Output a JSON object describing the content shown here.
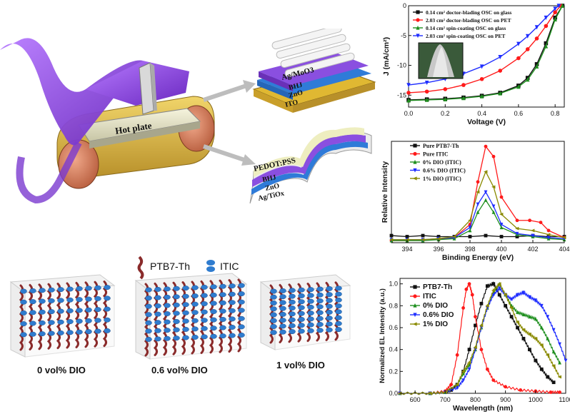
{
  "figure": {
    "device": {
      "hot_plate_label": "Hot plate",
      "rigid_stack": [
        "Ag/MoO3",
        "BHJ",
        "ZnO",
        "ITO"
      ],
      "flexible_stack": [
        "PEDOT:PSS",
        "BHJ",
        "ZnO",
        "Ag/TiOx"
      ]
    },
    "legend": {
      "donor": "PTB7-Th",
      "acceptor": "ITIC"
    },
    "morphology_captions": [
      "0 vol% DIO",
      "0.6 vol% DIO",
      "1 vol% DIO"
    ],
    "colors": {
      "black": "#111111",
      "red": "#ff1a1a",
      "green": "#1f8f1f",
      "blue": "#1f2dff",
      "olive": "#8a8a00",
      "purple": "#8a3fd6",
      "gold": "#d4b21f"
    }
  },
  "chart_data": [
    {
      "type": "line",
      "ylabel": "J (mA/cm²)",
      "xlabel": "Voltage (V)",
      "xlim": [
        0,
        0.85
      ],
      "ylim": [
        -17,
        0
      ],
      "xticks": [
        "0.0",
        "0.2",
        "0.4",
        "0.6",
        "0.8"
      ],
      "yticks": [
        "0",
        "-5",
        "-10",
        "-15"
      ],
      "series": [
        {
          "name": "0.14 cm² doctor-blading OSC on glass",
          "color": "#111111",
          "marker": "square",
          "x": [
            0,
            0.1,
            0.2,
            0.3,
            0.4,
            0.5,
            0.6,
            0.65,
            0.7,
            0.75,
            0.8,
            0.84
          ],
          "y": [
            -15.8,
            -15.7,
            -15.6,
            -15.4,
            -15.1,
            -14.6,
            -13.4,
            -12.1,
            -9.8,
            -6.3,
            -2.0,
            0.0
          ]
        },
        {
          "name": "2.03 cm² doctor-blading OSC on PET",
          "color": "#ff1a1a",
          "marker": "circle",
          "x": [
            0,
            0.1,
            0.2,
            0.3,
            0.4,
            0.5,
            0.6,
            0.65,
            0.7,
            0.75,
            0.8,
            0.83
          ],
          "y": [
            -14.6,
            -14.4,
            -14.0,
            -13.3,
            -12.3,
            -10.9,
            -8.8,
            -7.3,
            -5.5,
            -3.4,
            -1.1,
            0.0
          ]
        },
        {
          "name": "0.14 cm² spin-coating OSC on glass",
          "color": "#1f8f1f",
          "marker": "triangle-up",
          "x": [
            0,
            0.1,
            0.2,
            0.3,
            0.4,
            0.5,
            0.6,
            0.65,
            0.7,
            0.75,
            0.8,
            0.84
          ],
          "y": [
            -15.9,
            -15.8,
            -15.7,
            -15.5,
            -15.2,
            -14.7,
            -13.6,
            -12.4,
            -10.2,
            -6.8,
            -2.3,
            0.0
          ]
        },
        {
          "name": "2.03 cm² spin-coating OSC on PET",
          "color": "#1f2dff",
          "marker": "triangle-down",
          "x": [
            0,
            0.1,
            0.2,
            0.3,
            0.4,
            0.5,
            0.6,
            0.65,
            0.7,
            0.75,
            0.8,
            0.82
          ],
          "y": [
            -13.3,
            -12.9,
            -12.3,
            -11.4,
            -10.2,
            -8.6,
            -6.4,
            -5.1,
            -3.6,
            -2.0,
            -0.5,
            0.0
          ]
        }
      ]
    },
    {
      "type": "line",
      "ylabel": "Relative Intensity",
      "xlabel": "Binding Energy (eV)",
      "xlim": [
        393,
        404
      ],
      "xticks": [
        "394",
        "396",
        "398",
        "400",
        "402",
        "404"
      ],
      "series": [
        {
          "name": "Pure PTB7-Th",
          "color": "#111111",
          "marker": "square",
          "x": [
            393,
            394,
            395,
            396,
            397,
            398,
            399,
            400,
            401,
            402,
            403,
            404
          ],
          "y": [
            0.07,
            0.06,
            0.07,
            0.06,
            0.06,
            0.06,
            0.07,
            0.06,
            0.06,
            0.07,
            0.06,
            0.06
          ]
        },
        {
          "name": "Pure ITIC",
          "color": "#ff1a1a",
          "marker": "circle",
          "x": [
            393,
            394,
            395,
            396,
            397,
            398,
            398.5,
            399,
            399.5,
            400,
            401,
            401.8,
            402.5,
            403,
            404
          ],
          "y": [
            0.02,
            0.02,
            0.03,
            0.03,
            0.05,
            0.18,
            0.6,
            0.95,
            0.85,
            0.45,
            0.22,
            0.22,
            0.2,
            0.12,
            0.05
          ]
        },
        {
          "name": "0% DIO (ITIC)",
          "color": "#1f8f1f",
          "marker": "triangle-up",
          "x": [
            393,
            394,
            395,
            396,
            397,
            398,
            398.5,
            399,
            399.5,
            400,
            401,
            402,
            403,
            404
          ],
          "y": [
            0.02,
            0.02,
            0.02,
            0.03,
            0.04,
            0.12,
            0.3,
            0.42,
            0.3,
            0.15,
            0.08,
            0.06,
            0.04,
            0.03
          ]
        },
        {
          "name": "0.6% DIO (ITIC)",
          "color": "#1f2dff",
          "marker": "triangle-down",
          "x": [
            393,
            394,
            395,
            396,
            397,
            398,
            398.5,
            399,
            399.5,
            400,
            401,
            402,
            403,
            404
          ],
          "y": [
            0.03,
            0.03,
            0.03,
            0.04,
            0.05,
            0.15,
            0.38,
            0.5,
            0.36,
            0.18,
            0.09,
            0.07,
            0.05,
            0.04
          ]
        },
        {
          "name": "1% DIO (ITIC)",
          "color": "#8a8a00",
          "marker": "triangle-left",
          "x": [
            393,
            394,
            395,
            396,
            397,
            398,
            398.5,
            399,
            399.5,
            400,
            401,
            402,
            403,
            404
          ],
          "y": [
            0.03,
            0.03,
            0.03,
            0.04,
            0.06,
            0.22,
            0.5,
            0.7,
            0.55,
            0.28,
            0.14,
            0.12,
            0.08,
            0.05
          ]
        }
      ]
    },
    {
      "type": "line",
      "ylabel": "Normalized EL Intensity (a.u.)",
      "xlabel": "Wavelength (nm)",
      "xlim": [
        550,
        1100
      ],
      "ylim": [
        0,
        1.05
      ],
      "xticks": [
        "600",
        "700",
        "800",
        "900",
        "1000",
        "1100"
      ],
      "yticks": [
        "0.0",
        "0.2",
        "0.4",
        "0.6",
        "0.8",
        "1.0"
      ],
      "series": [
        {
          "name": "PTB7-Th",
          "color": "#111111",
          "marker": "square",
          "x": [
            550,
            650,
            700,
            720,
            740,
            760,
            780,
            800,
            820,
            840,
            860,
            880,
            900,
            920,
            940,
            960,
            980,
            1000,
            1020,
            1040,
            1060
          ],
          "y": [
            0,
            0,
            0.01,
            0.03,
            0.08,
            0.2,
            0.4,
            0.62,
            0.82,
            0.98,
            1.0,
            0.9,
            0.8,
            0.7,
            0.6,
            0.5,
            0.4,
            0.3,
            0.22,
            0.15,
            0.1
          ]
        },
        {
          "name": "ITIC",
          "color": "#ff1a1a",
          "marker": "circle",
          "x": [
            550,
            650,
            700,
            720,
            740,
            760,
            770,
            780,
            790,
            800,
            820,
            840,
            860,
            900,
            950,
            1000,
            1050,
            1080
          ],
          "y": [
            0,
            0,
            0.02,
            0.08,
            0.35,
            0.78,
            0.95,
            1.0,
            0.9,
            0.7,
            0.4,
            0.22,
            0.12,
            0.06,
            0.03,
            0.02,
            0.01,
            0.01
          ]
        },
        {
          "name": "0% DIO",
          "color": "#1f8f1f",
          "marker": "triangle-up",
          "x": [
            550,
            650,
            700,
            740,
            760,
            780,
            800,
            820,
            840,
            860,
            880,
            900,
            920,
            940,
            960,
            980,
            1000,
            1020,
            1040,
            1060,
            1080
          ],
          "y": [
            0,
            0,
            0.01,
            0.08,
            0.18,
            0.26,
            0.4,
            0.6,
            0.78,
            0.92,
            1.0,
            0.9,
            0.8,
            0.74,
            0.72,
            0.7,
            0.68,
            0.6,
            0.5,
            0.38,
            0.28
          ]
        },
        {
          "name": "0.6% DIO",
          "color": "#1f2dff",
          "marker": "triangle-down",
          "x": [
            550,
            650,
            700,
            740,
            760,
            780,
            800,
            820,
            840,
            860,
            880,
            900,
            920,
            940,
            960,
            980,
            1000,
            1020,
            1040,
            1060,
            1080,
            1100
          ],
          "y": [
            0,
            0,
            0.01,
            0.05,
            0.12,
            0.22,
            0.4,
            0.6,
            0.78,
            0.9,
            0.96,
            0.9,
            0.86,
            0.9,
            0.92,
            0.88,
            0.85,
            0.8,
            0.7,
            0.58,
            0.45,
            0.3
          ]
        },
        {
          "name": "1% DIO",
          "color": "#8a8a00",
          "marker": "triangle-left",
          "x": [
            550,
            650,
            700,
            740,
            760,
            780,
            800,
            820,
            840,
            860,
            880,
            900,
            920,
            940,
            960,
            980,
            1000,
            1020,
            1040,
            1060,
            1080
          ],
          "y": [
            0,
            0,
            0.01,
            0.08,
            0.2,
            0.28,
            0.42,
            0.62,
            0.8,
            0.94,
            1.0,
            0.9,
            0.78,
            0.65,
            0.58,
            0.54,
            0.5,
            0.44,
            0.35,
            0.25,
            0.15
          ]
        }
      ]
    }
  ]
}
